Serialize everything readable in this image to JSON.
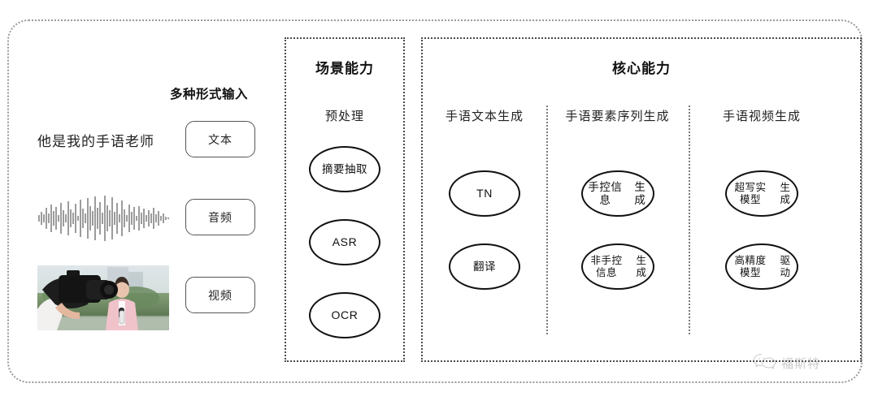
{
  "diagram": {
    "title_hidden": "",
    "input_section": {
      "heading": "多种形式输入",
      "sample_sentence": "他是我的手语老师",
      "modalities": [
        {
          "label": "文本",
          "icon": "text-icon"
        },
        {
          "label": "音频",
          "icon": "waveform-icon"
        },
        {
          "label": "视频",
          "icon": "video-thumbnail-icon"
        }
      ]
    },
    "scene_panel": {
      "title": "场景能力",
      "groups": [
        {
          "label": "预处理",
          "nodes": [
            {
              "text": "摘要抽取",
              "lines": [
                "摘要抽取"
              ],
              "latin": false
            },
            {
              "text": "ASR",
              "lines": [
                "ASR"
              ],
              "latin": true
            },
            {
              "text": "OCR",
              "lines": [
                "OCR"
              ],
              "latin": true
            }
          ]
        }
      ]
    },
    "core_panel": {
      "title": "核心能力",
      "groups": [
        {
          "label": "手语文本生成",
          "nodes": [
            {
              "text": "TN",
              "lines": [
                "TN"
              ],
              "latin": true
            },
            {
              "text": "翻译",
              "lines": [
                "翻译"
              ],
              "latin": false
            }
          ]
        },
        {
          "label": "手语要素序列生成",
          "nodes": [
            {
              "text": "手控信息生成",
              "lines": [
                "手控信息",
                "生成"
              ],
              "latin": false
            },
            {
              "text": "非手控信息生成",
              "lines": [
                "非手控信息",
                "生成"
              ],
              "latin": false
            }
          ]
        },
        {
          "label": "手语视频生成",
          "nodes": [
            {
              "text": "超写实模型生成",
              "lines": [
                "超写实模型",
                "生成"
              ],
              "latin": false
            },
            {
              "text": "高精度模型驱动",
              "lines": [
                "高精度模型",
                "驱动"
              ],
              "latin": false
            }
          ]
        }
      ]
    },
    "watermark": {
      "icon": "wechat-icon",
      "text": "福斯特"
    },
    "colors": {
      "outer_border": "#9a9a9a",
      "panel_border": "#4a4a4a",
      "divider": "#7a7a7a",
      "node_border": "#111111",
      "text": "#1b1b1b",
      "watermark": "#8d8d8d",
      "background": "#ffffff"
    }
  }
}
